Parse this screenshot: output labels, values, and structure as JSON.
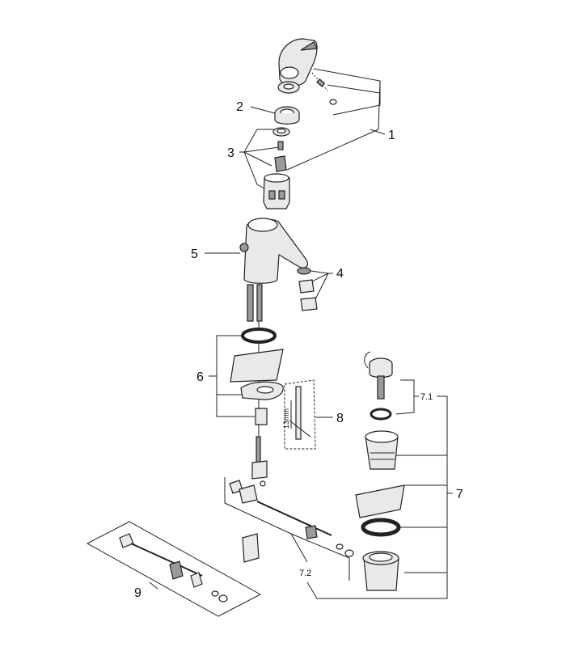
{
  "callouts": {
    "c1": "1",
    "c2": "2",
    "c3": "3",
    "c4": "4",
    "c5": "5",
    "c6": "6",
    "c7": "7",
    "c7_1": "7.1",
    "c7_2": "7.2",
    "c8": "8",
    "c9": "9"
  },
  "tool_dimension": "13mm"
}
